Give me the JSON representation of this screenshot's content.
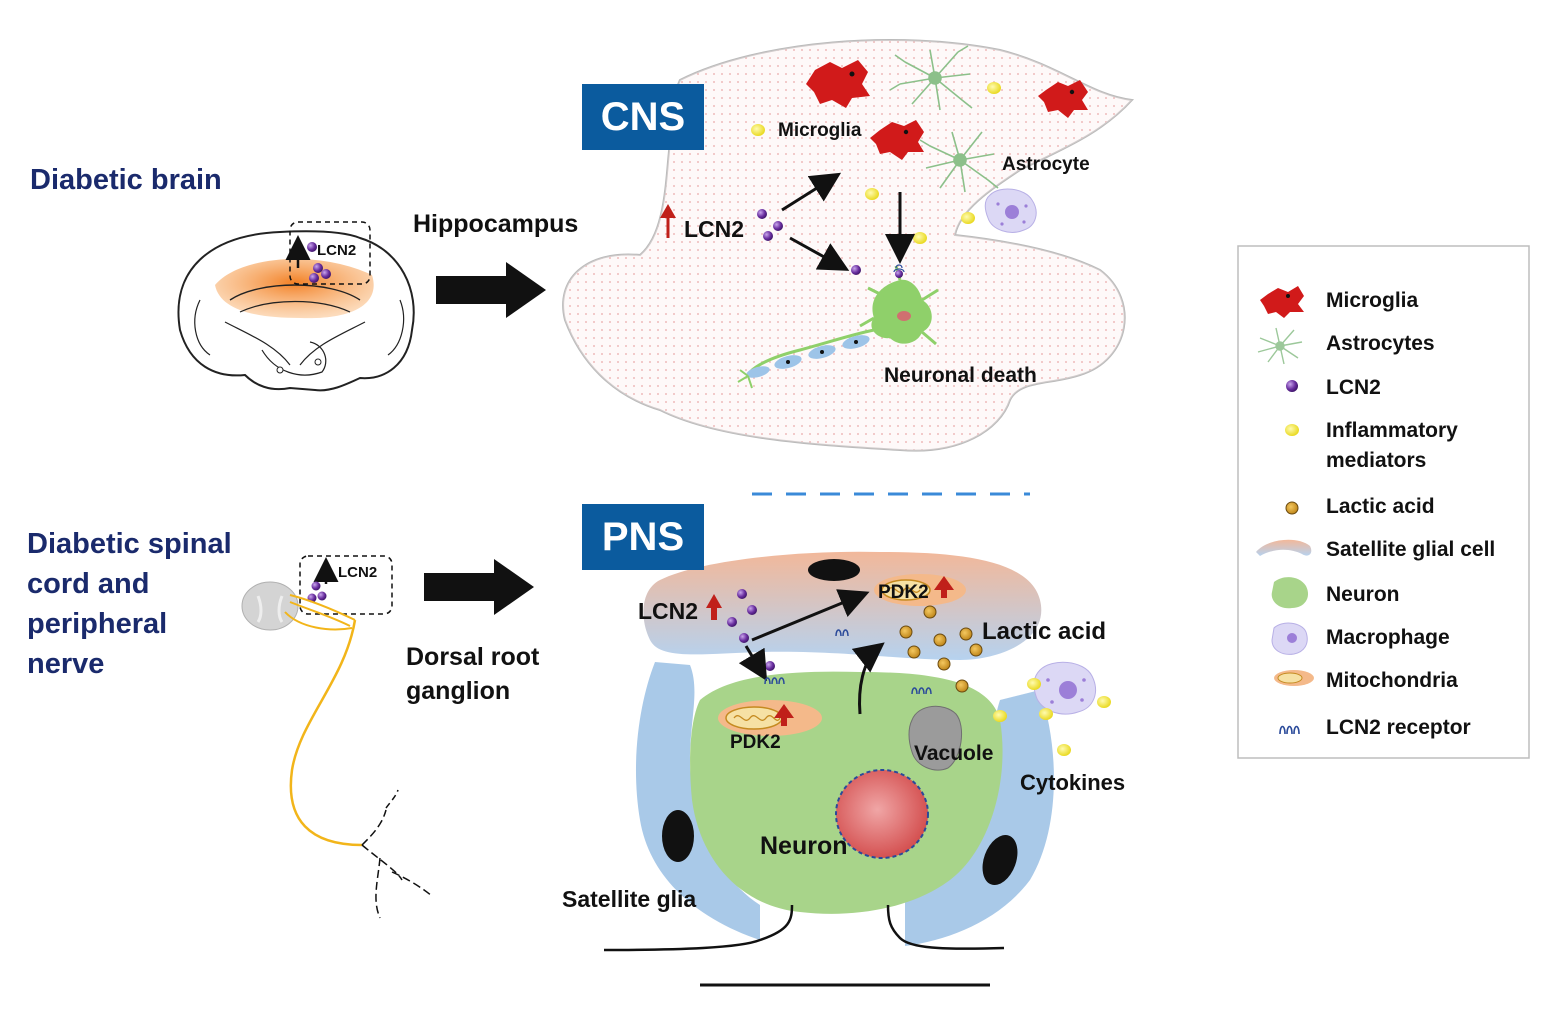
{
  "left": {
    "brain_title": "Diabetic brain",
    "spinal_title_lines": [
      "Diabetic spinal",
      "cord and",
      "peripheral",
      "nerve"
    ],
    "brain_lcn2": "LCN2",
    "spinal_lcn2": "LCN2"
  },
  "arrows": {
    "top_label": "Hippocampus",
    "bottom_label_lines": [
      "Dorsal root",
      "ganglion"
    ]
  },
  "cns": {
    "box_label": "CNS",
    "lcn2": "LCN2",
    "microglia": "Microglia",
    "astrocyte": "Astrocyte",
    "neuronal_death": "Neuronal death"
  },
  "pns": {
    "box_label": "PNS",
    "lcn2": "LCN2",
    "pdk2_top": "PDK2",
    "pdk2_inner": "PDK2",
    "lactic_acid": "Lactic acid",
    "vacuole": "Vacuole",
    "cytokines": "Cytokines",
    "neuron": "Neuron",
    "satellite_glia": "Satellite glia"
  },
  "legend": {
    "items": [
      {
        "label": "Microglia",
        "icon": "microglia-icon"
      },
      {
        "label": "Astrocytes",
        "icon": "astrocyte-icon"
      },
      {
        "label": "LCN2",
        "icon": "lcn2-dot-icon"
      },
      {
        "label": "Inflammatory",
        "label2": "mediators",
        "icon": "mediator-icon"
      },
      {
        "label": "Lactic acid",
        "icon": "lactic-acid-icon"
      },
      {
        "label": "Satellite glial cell",
        "icon": "satellite-glial-icon"
      },
      {
        "label": "Neuron",
        "icon": "neuron-icon"
      },
      {
        "label": "Macrophage",
        "icon": "macrophage-icon"
      },
      {
        "label": "Mitochondria",
        "icon": "mitochondria-icon"
      },
      {
        "label": "LCN2 receptor",
        "icon": "lcn2-receptor-icon"
      }
    ]
  },
  "colors": {
    "navy": "#1a2a6c",
    "box_blue": "#0b5b9e",
    "microglia_red": "#d11a1a",
    "lcn2_purple": "#6a2fa0",
    "mediator_yellow": "#f2e21a",
    "lactic_orange": "#d89a1a",
    "neuron_green": "#a8d48a",
    "satellite_blue": "#a9c9e8"
  }
}
